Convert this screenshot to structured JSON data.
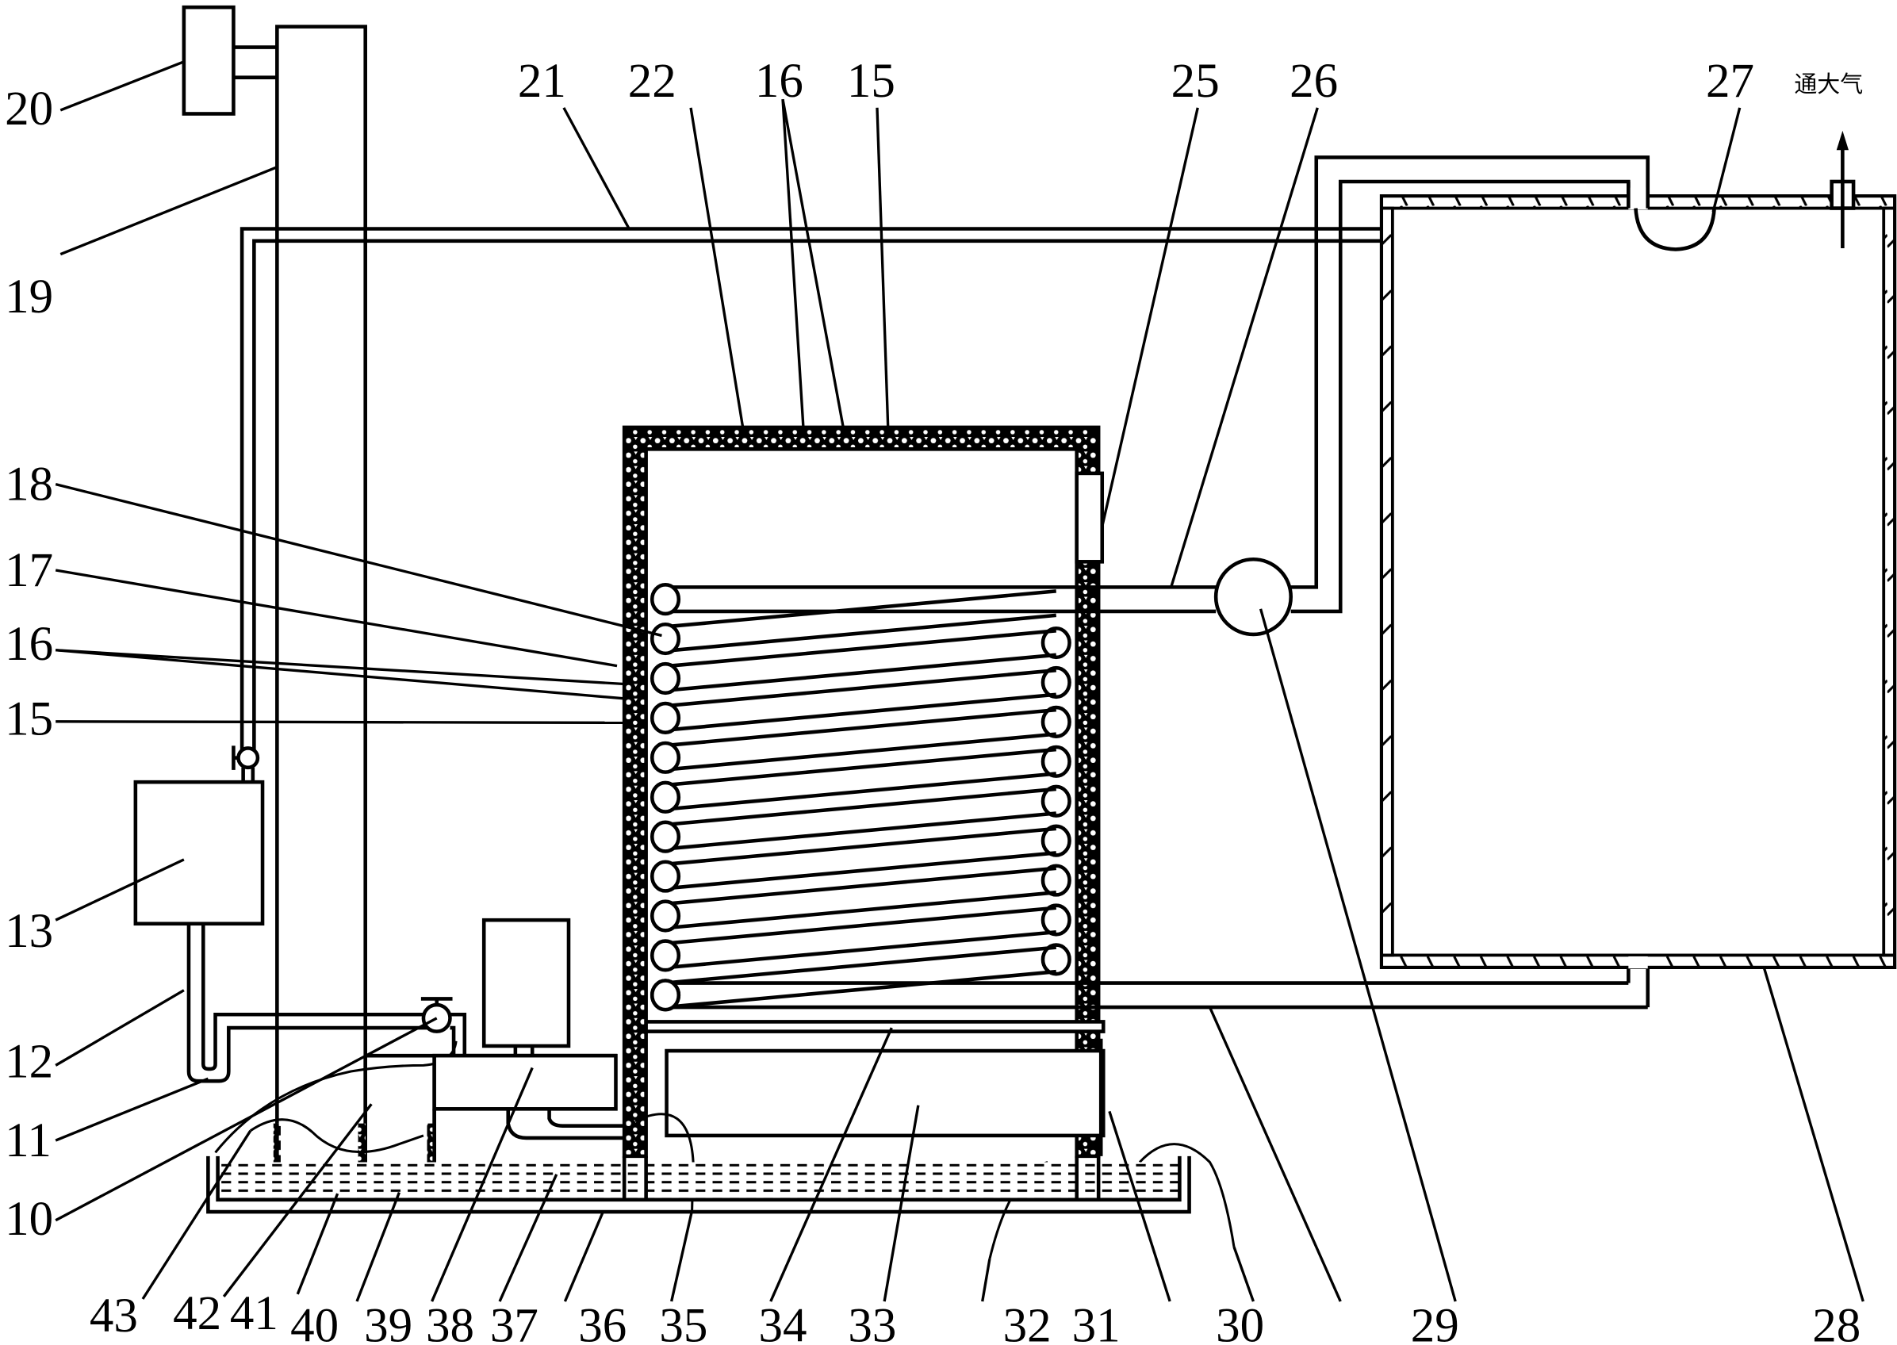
{
  "figure": {
    "vent_annotation": "通大气",
    "colors": {
      "ink": "#000000",
      "paper": "#ffffff"
    }
  },
  "labels": {
    "l10": "10",
    "l11": "11",
    "l12": "12",
    "l13": "13",
    "l15a": "15",
    "l15b": "15",
    "l16a": "16",
    "l16b": "16",
    "l17": "17",
    "l18": "18",
    "l19": "19",
    "l20": "20",
    "l21": "21",
    "l22": "22",
    "l25": "25",
    "l26": "26",
    "l27": "27",
    "l28": "28",
    "l29": "29",
    "l30": "30",
    "l31": "31",
    "l32": "32",
    "l33": "33",
    "l34": "34",
    "l35": "35",
    "l36": "36",
    "l37": "37",
    "l38": "38",
    "l39": "39",
    "l40": "40",
    "l41": "41",
    "l42": "42",
    "l43": "43"
  },
  "coil": {
    "turns": 11
  }
}
